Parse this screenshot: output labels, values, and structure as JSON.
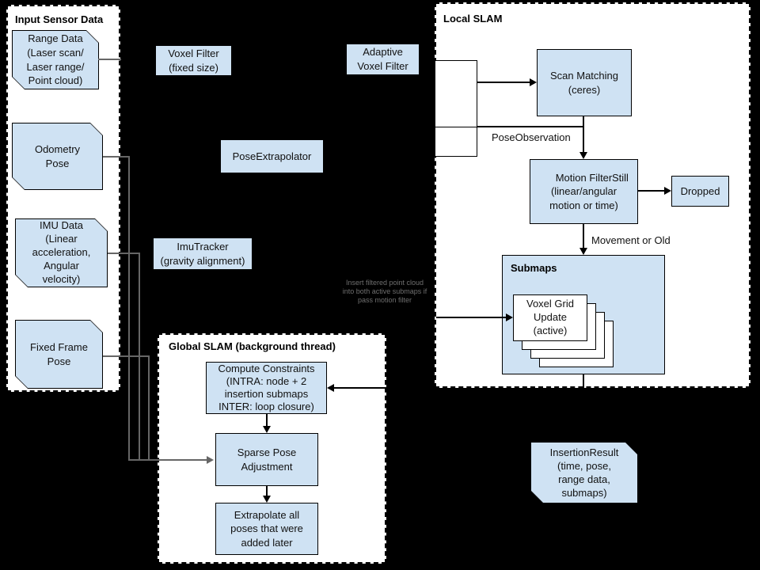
{
  "colors": {
    "box_fill": "#cfe2f3",
    "container_fill": "#ffffff",
    "background": "#000000",
    "line_gray": "#666666",
    "note_gray": "#6f6f6f"
  },
  "containers": {
    "input": "Input Sensor Data",
    "local": "Local SLAM",
    "global": "Global SLAM (background thread)",
    "submaps": "Submaps"
  },
  "nodes": {
    "range_data": "Range Data\n(Laser scan/\nLaser range/\nPoint cloud)",
    "odometry_pose": "Odometry\nPose",
    "imu_data": "IMU Data\n(Linear\nacceleration,\nAngular\nvelocity)",
    "fixed_frame_pose": "Fixed Frame\nPose",
    "voxel_filter": "Voxel Filter\n(fixed size)",
    "adaptive_voxel_filter": "Adaptive\nVoxel Filter",
    "pose_extrapolator": "PoseExtrapolator",
    "imu_tracker": "ImuTracker\n(gravity alignment)",
    "scan_matching": "Scan Matching\n(ceres)",
    "motion_filter": "Motion Filter\n(linear/angular\nmotion or time)",
    "dropped": "Dropped",
    "voxel_grid_update": "Voxel Grid\nUpdate\n(active)",
    "compute_constraints": "Compute Constraints\n(INTRA: node + 2\ninsertion submaps\nINTER: loop closure)",
    "sparse_pose_adjustment": "Sparse Pose\nAdjustment",
    "extrapolate_poses": "Extrapolate all\nposes that were\nadded later",
    "insertion_result": "InsertionResult\n(time, pose,\nrange data,\nsubmaps)"
  },
  "edge_labels": {
    "pose_observation": "PoseObservation",
    "still": "Still",
    "movement_or_old": "Movement or Old"
  },
  "note": "Insert filtered point cloud\ninto both active submaps if\npass motion filter"
}
